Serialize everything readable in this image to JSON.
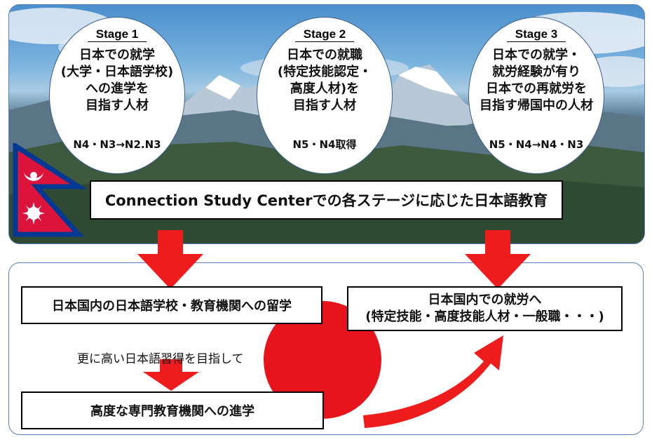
{
  "stages": [
    {
      "title": "Stage 1",
      "desc": "日本での就学\n(大学・日本語学校)\nへの進学を\n目指す人材",
      "level": "N4・N3→N2.N3"
    },
    {
      "title": "Stage 2",
      "desc": "日本での就職\n(特定技能認定・\n高度人材)を\n目指す人材",
      "level": "N5・N4取得"
    },
    {
      "title": "Stage 3",
      "desc": "日本での就学・\n就労経験が有り\n日本での再就労を\n目指す帰国中の人材",
      "level": "N5・N4→N4・N3"
    }
  ],
  "center_label": "Connection Study  Centerでの各ステージに応じた日本語教育",
  "bottom": {
    "study_abroad": "日本国内の日本語学校・教育機関への留学",
    "work_line1": "日本国内での就労へ",
    "work_line2": "(特定技能・高度技能人材・一般職・・・)",
    "note": "更に高い日本語習得を目指して",
    "higher_education": "高度な専門教育機関への進学"
  },
  "colors": {
    "arrow_red": "#ee1c1c",
    "sun_red": "#e8141c",
    "panel_border": "#5b7fbf",
    "flag_red": "#dc143c",
    "flag_blue": "#003893"
  },
  "icons": [
    "nepal-flag-icon",
    "down-arrow-icon",
    "curved-arrow-icon",
    "rising-sun-icon"
  ]
}
